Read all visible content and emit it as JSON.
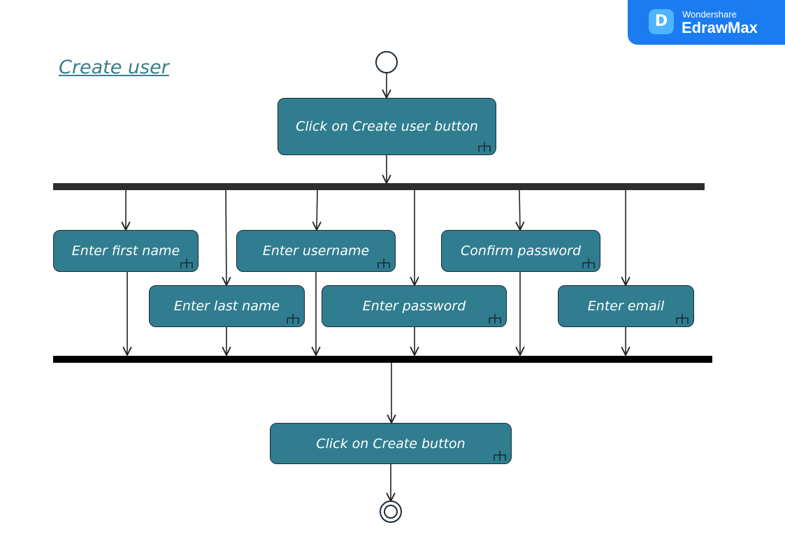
{
  "badge": {
    "company": "Wondershare",
    "product": "EdrawMax"
  },
  "diagram": {
    "title": "Create user",
    "actions": {
      "click_create_user": "Click on Create user button",
      "enter_first_name": "Enter first name",
      "enter_last_name": "Enter last name",
      "enter_username": "Enter username",
      "enter_password": "Enter password",
      "confirm_password": "Confirm password",
      "enter_email": "Enter email",
      "click_create": "Click on Create button"
    }
  },
  "colors": {
    "action_fill": "#2f7d8f",
    "title": "#3a7d8c",
    "bar": "#2d2d2d",
    "badge": "#1a7cf0"
  }
}
